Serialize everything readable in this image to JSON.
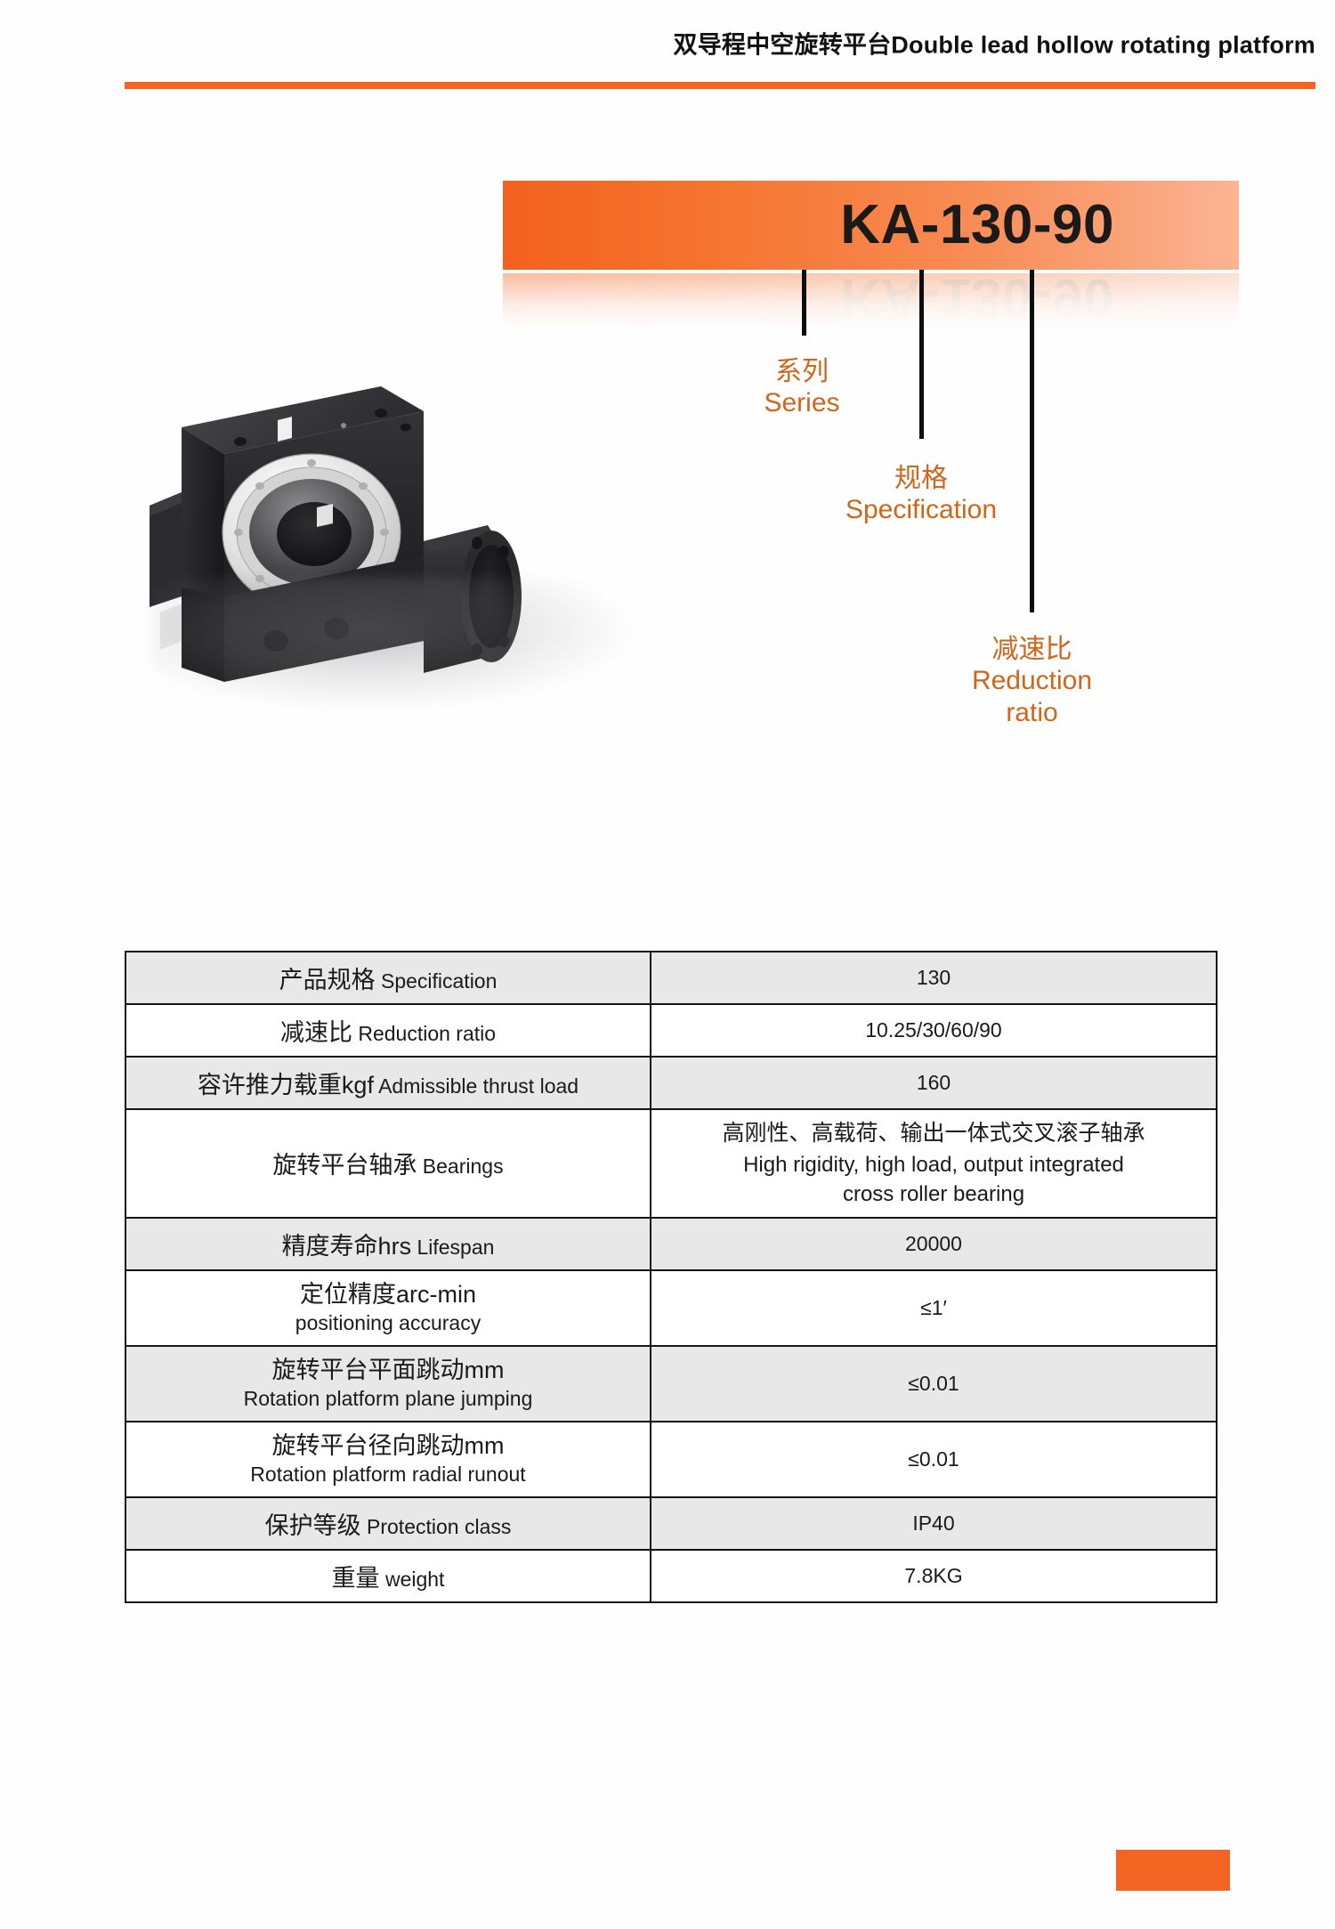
{
  "header": {
    "title": "双导程中空旋转平台Double lead hollow rotating platform"
  },
  "banner": {
    "model": "KA-130-90"
  },
  "callouts": [
    {
      "cn": "系列",
      "en": "Series"
    },
    {
      "cn": "规格",
      "en": "Specification"
    },
    {
      "cn": "减速比",
      "en": "Reduction ratio"
    }
  ],
  "table": {
    "rows": [
      {
        "label_cn": "产品规格",
        "label_en": "Specification",
        "value": "130"
      },
      {
        "label_cn": "减速比",
        "label_en": "Reduction ratio",
        "value": "10.25/30/60/90"
      },
      {
        "label_cn": "容许推力载重kgf",
        "label_en": "Admissible thrust load",
        "value": "160"
      },
      {
        "label_cn": "旋转平台轴承",
        "label_en": "Bearings",
        "value_cn": "高刚性、高载荷、输出一体式交叉滚子轴承",
        "value_en_1": "High rigidity, high load, output integrated",
        "value_en_2": "cross roller bearing"
      },
      {
        "label_cn": "精度寿命hrs",
        "label_en": "Lifespan",
        "value": "20000"
      },
      {
        "label_cn": "定位精度arc-min",
        "label_en": "positioning accuracy",
        "value": "≤1′"
      },
      {
        "label_cn": "旋转平台平面跳动mm",
        "label_en": "Rotation platform plane jumping",
        "value": "≤0.01"
      },
      {
        "label_cn": "旋转平台径向跳动mm",
        "label_en": "Rotation platform radial runout",
        "value": "≤0.01"
      },
      {
        "label_cn": "保护等级",
        "label_en": "Protection class",
        "value": "IP40"
      },
      {
        "label_cn": "重量",
        "label_en": "weight",
        "value": "7.8KG"
      }
    ]
  },
  "colors": {
    "accent_orange": "#f26522",
    "banner_left": "#f4601f",
    "banner_right": "#fbb494",
    "callout_text": "#d1651a",
    "table_shade": "#e8e8e8",
    "table_border": "#141414"
  }
}
